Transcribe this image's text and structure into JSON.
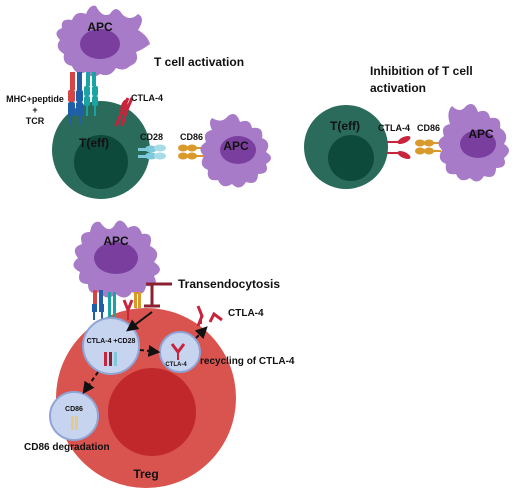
{
  "panels": {
    "activation": {
      "title": "T cell activation",
      "apc_top": "APC",
      "apc_right": "APC",
      "teff": "T(eff)",
      "mhc_label_line1": "MHC+peptide",
      "mhc_label_line2": "+",
      "mhc_label_line3": "TCR",
      "ctla4": "CTLA-4",
      "cd28": "CD28",
      "cd86": "CD86"
    },
    "inhibition": {
      "title_line1": "Inhibition of T cell",
      "title_line2": "activation",
      "teff": "T(eff)",
      "ctla4": "CTLA-4",
      "cd86": "CD86",
      "apc": "APC"
    },
    "transendocytosis": {
      "apc": "APC",
      "title": "Transendocytosis",
      "vesicle1": "CTLA-4 +CD28",
      "vesicle2": "CTLA-4",
      "vesicle3": "CD86",
      "ctla4": "CTLA-4",
      "recycling": "recycling of CTLA-4",
      "degradation": "CD86 degradation",
      "treg": "Treg"
    }
  },
  "colors": {
    "apc_purple": "#a77bc8",
    "apc_nucleus": "#7a3f9e",
    "teff_green": "#2a6b5b",
    "teff_nucleus": "#0e4a3c",
    "treg_red": "#d9534f",
    "treg_nucleus": "#c0282b",
    "ctla4_red": "#c8243b",
    "cd86_orange": "#d99a2b",
    "cd28_cyan": "#7fc9dd",
    "tcr_blue": "#1f5fa8",
    "mhc_red": "#d64545",
    "teal": "#1aa3a3"
  }
}
